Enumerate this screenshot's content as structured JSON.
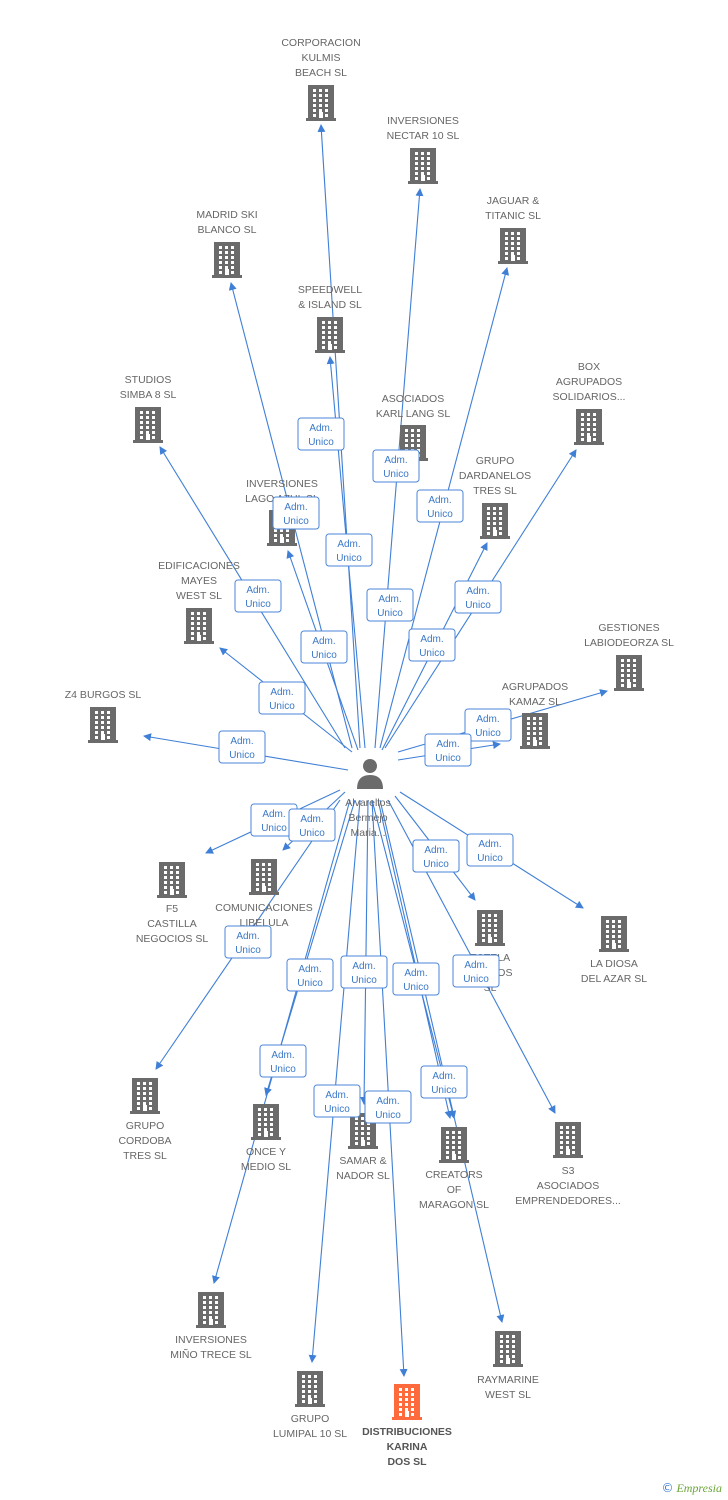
{
  "center": {
    "name": [
      "Alvarellos",
      "Bermejo",
      "Maria..."
    ]
  },
  "relation": {
    "line1": "Adm.",
    "line2": "Unico"
  },
  "colors": {
    "edge": "#3f7fd6",
    "building": "#6b6b6b",
    "highlight": "#ff6a3c",
    "label": "#666666"
  },
  "companies": [
    {
      "id": "corporacion-kulmis",
      "lines": [
        "CORPORACION",
        "KULMIS",
        "BEACH SL"
      ]
    },
    {
      "id": "inversiones-nectar",
      "lines": [
        "INVERSIONES",
        "NECTAR 10 SL"
      ]
    },
    {
      "id": "jaguar-titanic",
      "lines": [
        "JAGUAR &",
        "TITANIC  SL"
      ]
    },
    {
      "id": "madrid-ski",
      "lines": [
        "MADRID SKI",
        "BLANCO  SL"
      ]
    },
    {
      "id": "speedwell-island",
      "lines": [
        "SPEEDWELL",
        "& ISLAND SL"
      ]
    },
    {
      "id": "box-agrupados",
      "lines": [
        "BOX",
        "AGRUPADOS",
        "SOLIDARIOS..."
      ]
    },
    {
      "id": "studios-simba",
      "lines": [
        "STUDIOS",
        "SIMBA 8  SL"
      ]
    },
    {
      "id": "asociados-karl-lang",
      "lines": [
        "ASOCIADOS",
        "KARL LANG SL"
      ]
    },
    {
      "id": "grupo-dardanelos",
      "lines": [
        "GRUPO",
        "DARDANELOS",
        "TRES SL"
      ]
    },
    {
      "id": "inversiones-lago",
      "lines": [
        "INVERSIONES",
        "LAGO AZUL SL"
      ]
    },
    {
      "id": "edificaciones-mayes",
      "lines": [
        "EDIFICACIONES",
        "MAYES",
        "WEST SL"
      ]
    },
    {
      "id": "gestiones-labiodeorza",
      "lines": [
        "GESTIONES",
        "LABIODEORZA SL"
      ]
    },
    {
      "id": "agrupados-kamaz",
      "lines": [
        "AGRUPADOS",
        "KAMAZ  SL"
      ]
    },
    {
      "id": "z4-burgos",
      "lines": [
        "Z4 BURGOS  SL"
      ]
    },
    {
      "id": "f5-castilla",
      "lines": [
        "F5",
        "CASTILLA",
        "NEGOCIOS  SL"
      ]
    },
    {
      "id": "comunicaciones-libelula",
      "lines": [
        "COMUNICACIONES",
        "LIBELULA",
        "SL"
      ]
    },
    {
      "id": "la-diosa",
      "lines": [
        "LA DIOSA",
        "DEL AZAR SL"
      ]
    },
    {
      "id": "estela-fondos",
      "lines": [
        "ESTELA",
        "FONDOS",
        "SL"
      ]
    },
    {
      "id": "grupo-cordoba",
      "lines": [
        "GRUPO",
        "CORDOBA",
        "TRES  SL"
      ]
    },
    {
      "id": "once-y-medio",
      "lines": [
        "ONCE Y",
        "MEDIO  SL"
      ]
    },
    {
      "id": "samar-nador",
      "lines": [
        "SAMAR &",
        "NADOR SL"
      ]
    },
    {
      "id": "creators-maragon",
      "lines": [
        "CREATORS",
        "OF",
        "MARAGON SL"
      ]
    },
    {
      "id": "s3-asociados",
      "lines": [
        "S3",
        "ASOCIADOS",
        "EMPRENDEDORES..."
      ]
    },
    {
      "id": "inversiones-mino",
      "lines": [
        "INVERSIONES",
        "MIÑO TRECE SL"
      ]
    },
    {
      "id": "raymarine-west",
      "lines": [
        "RAYMARINE",
        "WEST SL"
      ]
    },
    {
      "id": "grupo-lumipal",
      "lines": [
        "GRUPO",
        "LUMIPAL 10 SL"
      ]
    },
    {
      "id": "distribuciones-karina",
      "lines": [
        "DISTRIBUCIONES",
        "KARINA",
        "DOS  SL"
      ],
      "highlight": true
    }
  ],
  "brand": {
    "copyright": "©",
    "name": "Empresia"
  }
}
